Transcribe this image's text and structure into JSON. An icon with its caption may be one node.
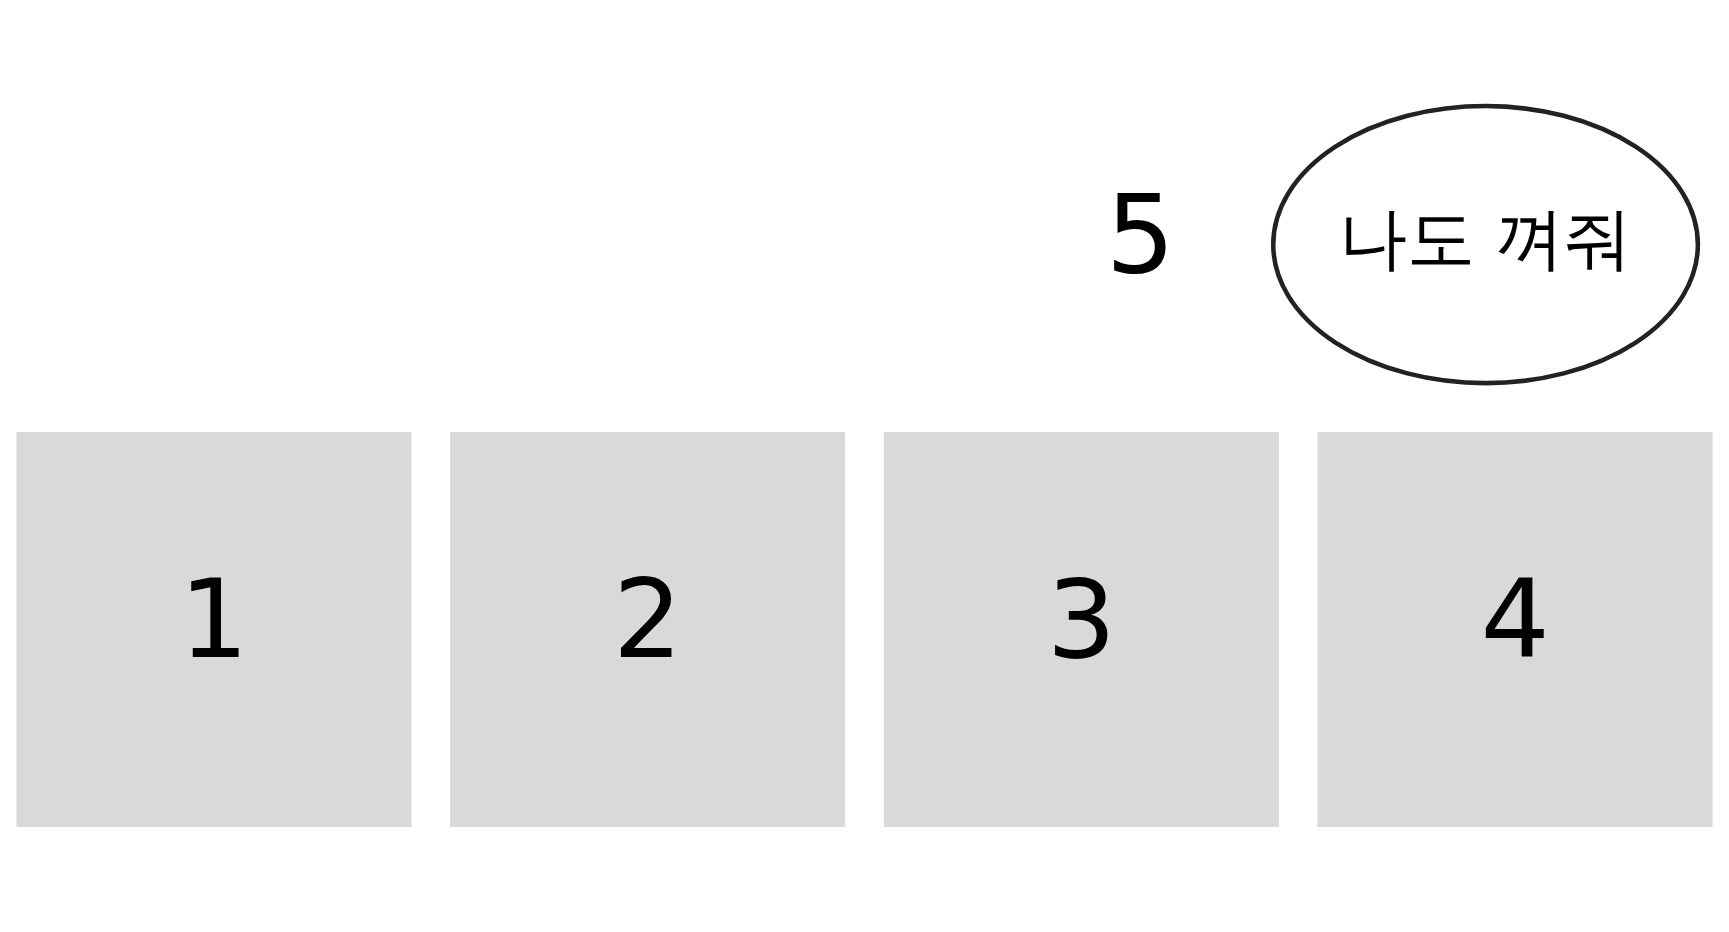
{
  "diagram": {
    "nodes": [
      {
        "text": [
          "1"
        ]
      },
      {
        "text": [
          "2"
        ]
      },
      {
        "text": [
          "3"
        ]
      },
      {
        "text": [
          "4"
        ]
      },
      {
        "text": [
          "나도 껴줘"
        ]
      }
    ],
    "labels": [
      "5"
    ]
  }
}
